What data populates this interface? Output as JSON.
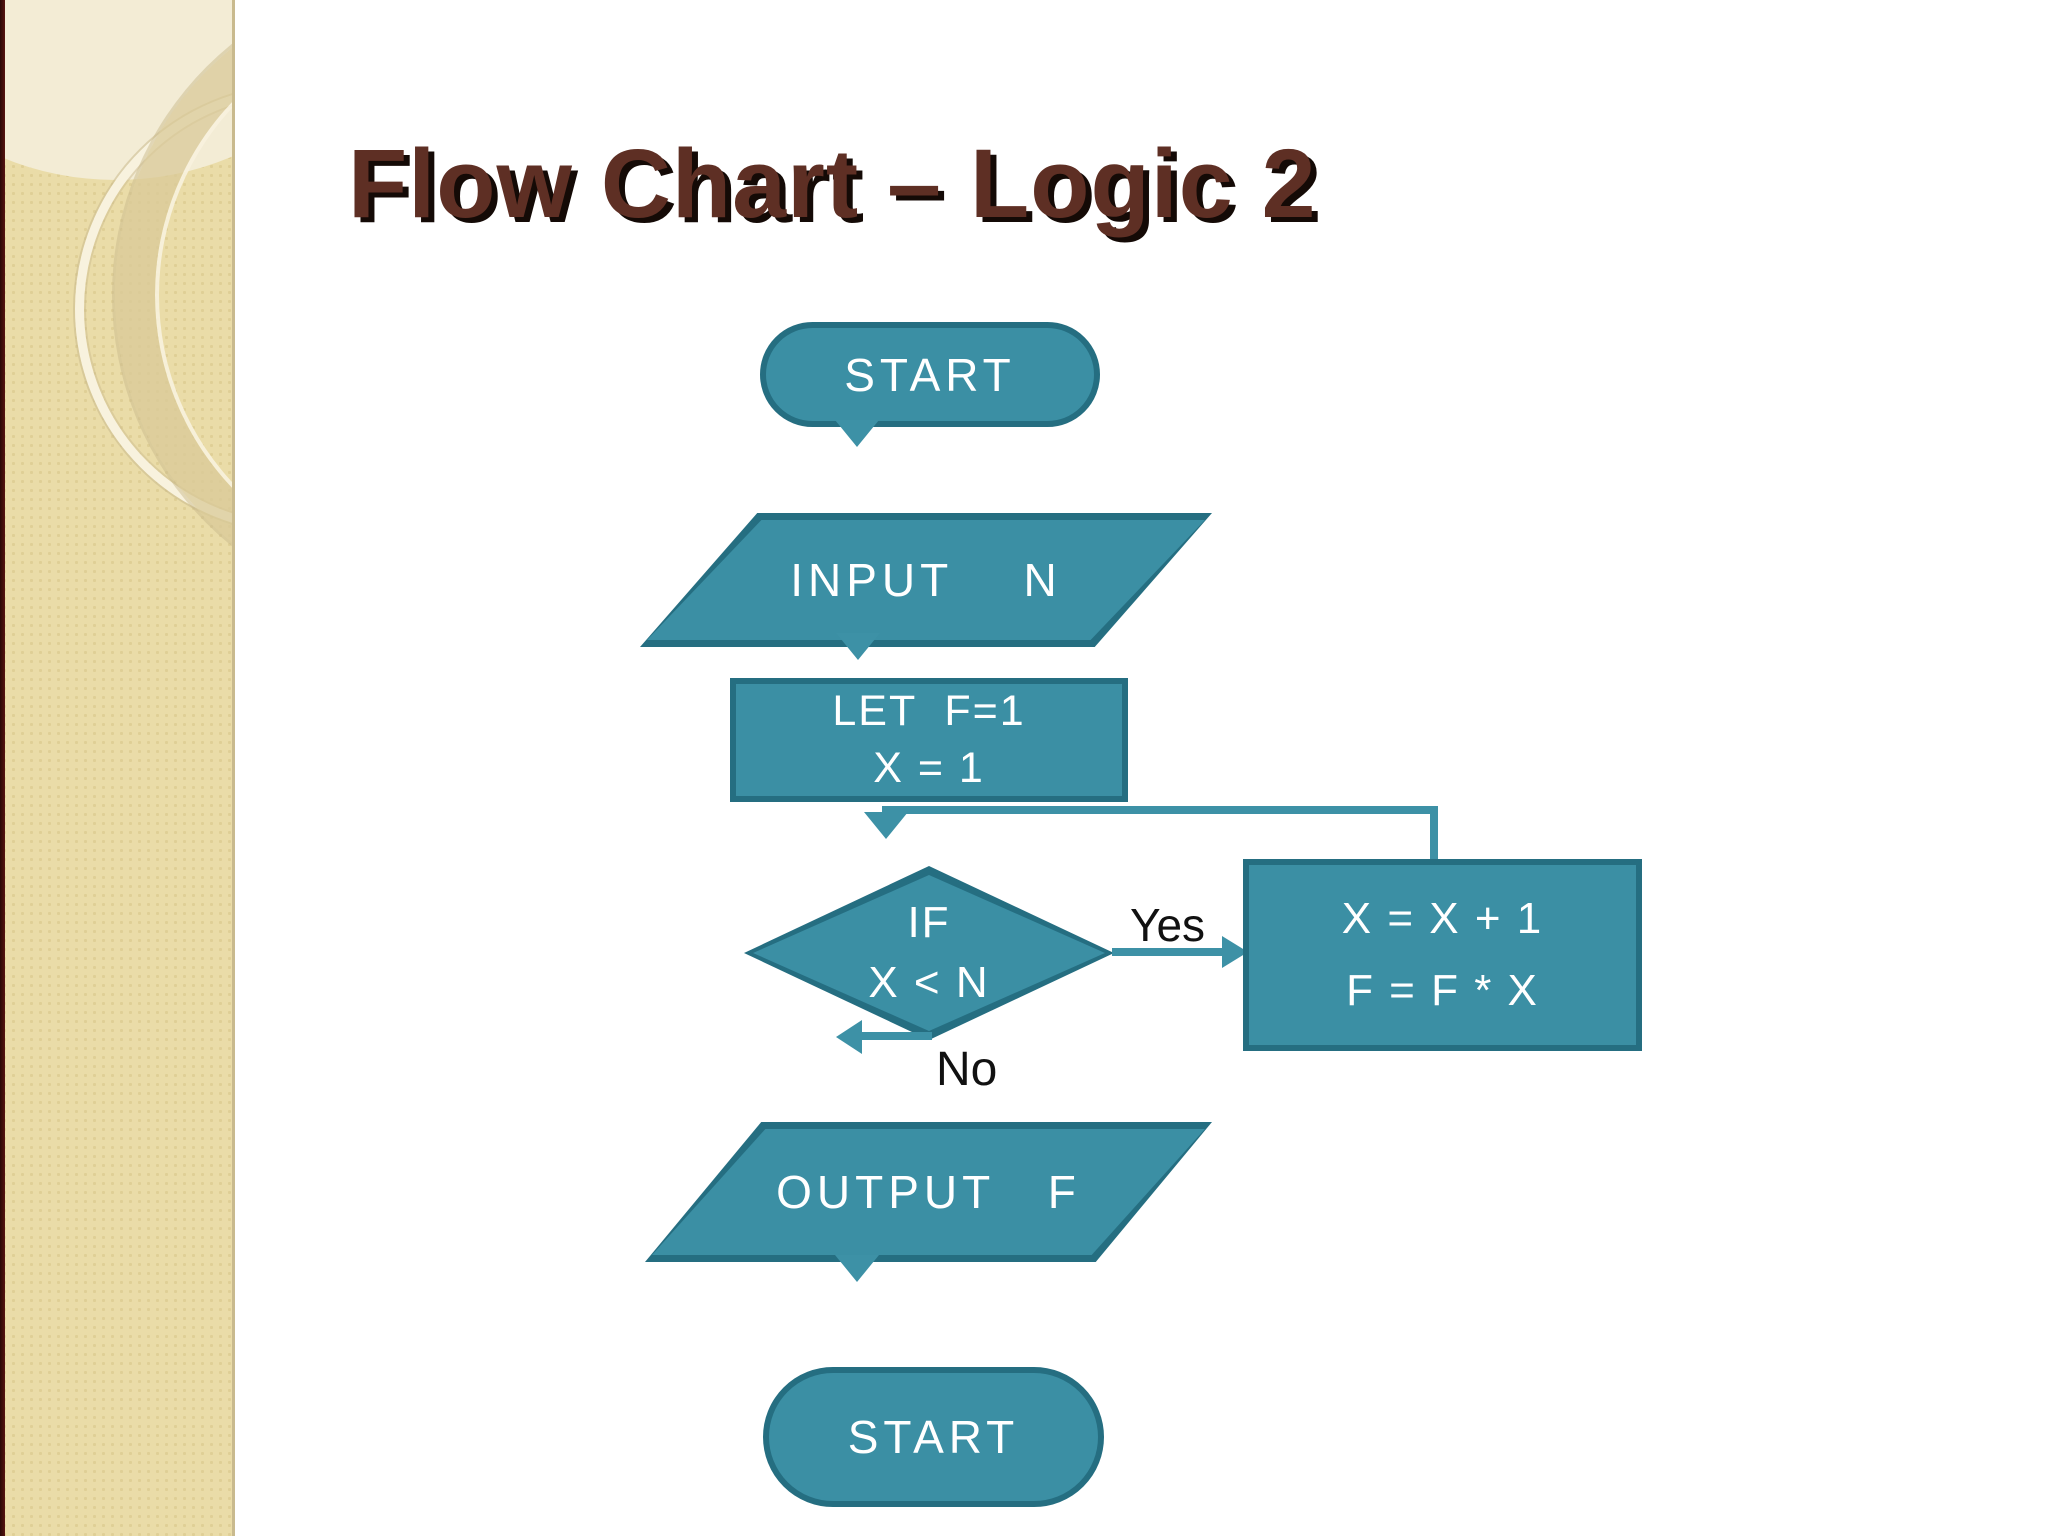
{
  "slide": {
    "title": "Flow Chart – Logic 2",
    "colors": {
      "shape_fill": "#3B8FA4",
      "shape_border": "#256E81",
      "connector": "#3D91A6",
      "title_color": "#5E2F24",
      "title_shadow": "#140A06",
      "sidebar_bg": "#EADCA8",
      "sidebar_light_cap": "#F3ECD5",
      "edge_label_color": "#111111",
      "shape_text_color": "#FFFFFF"
    }
  },
  "flowchart": {
    "start_label": "START",
    "input_label": "INPUT    N",
    "init_line1": "LET  F=1",
    "init_line2": "X = 1",
    "decision_line1": "IF",
    "decision_line2": "X < N",
    "yes_label": "Yes",
    "no_label": "No",
    "loop_line1": "X = X + 1",
    "loop_line2": "F = F * X",
    "output_label": "OUTPUT   F",
    "end_label": "START"
  }
}
